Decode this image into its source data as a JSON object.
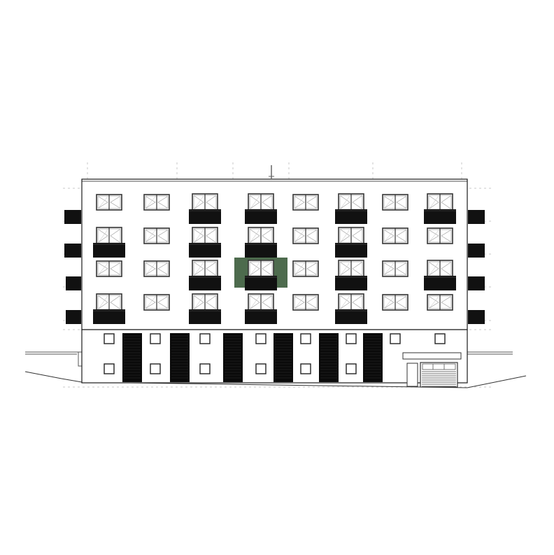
{
  "drawing": {
    "type": "building-elevation",
    "storeys_above_ground": 4,
    "window_columns": 8,
    "ground_floor_garage_door": true,
    "highlighted_unit": {
      "storey": 2,
      "column": 4
    },
    "colors": {
      "background": "#ffffff",
      "line": "#1a1a1a",
      "balcony_fill": "#111111",
      "highlight": "#4d6b4d",
      "guide_dash": "#c8c8c8"
    }
  }
}
